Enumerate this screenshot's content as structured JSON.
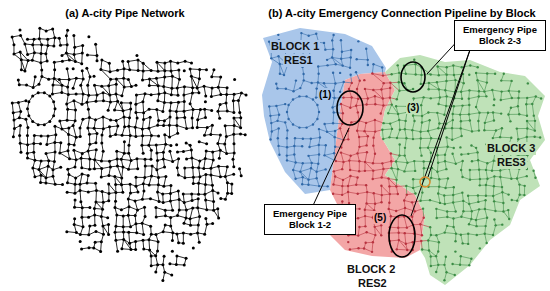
{
  "diagram": {
    "nodes": [
      {
        "text": [
          "BLOCK 1",
          "RES1"
        ]
      },
      {
        "text": [
          "BLOCK 2",
          "RES2"
        ]
      },
      {
        "text": [
          "BLOCK 3",
          "RES3"
        ]
      },
      {
        "text": [
          "Emergency Pipe Block 1-2"
        ]
      },
      {
        "text": [
          "Emergency Pipe Block 2-3"
        ]
      }
    ],
    "labels": [
      "(a) A-city Pipe Network",
      "(b) A-city Emergency Connection Pipeline by Block",
      "(1)",
      "(3)",
      "(5)"
    ]
  }
}
